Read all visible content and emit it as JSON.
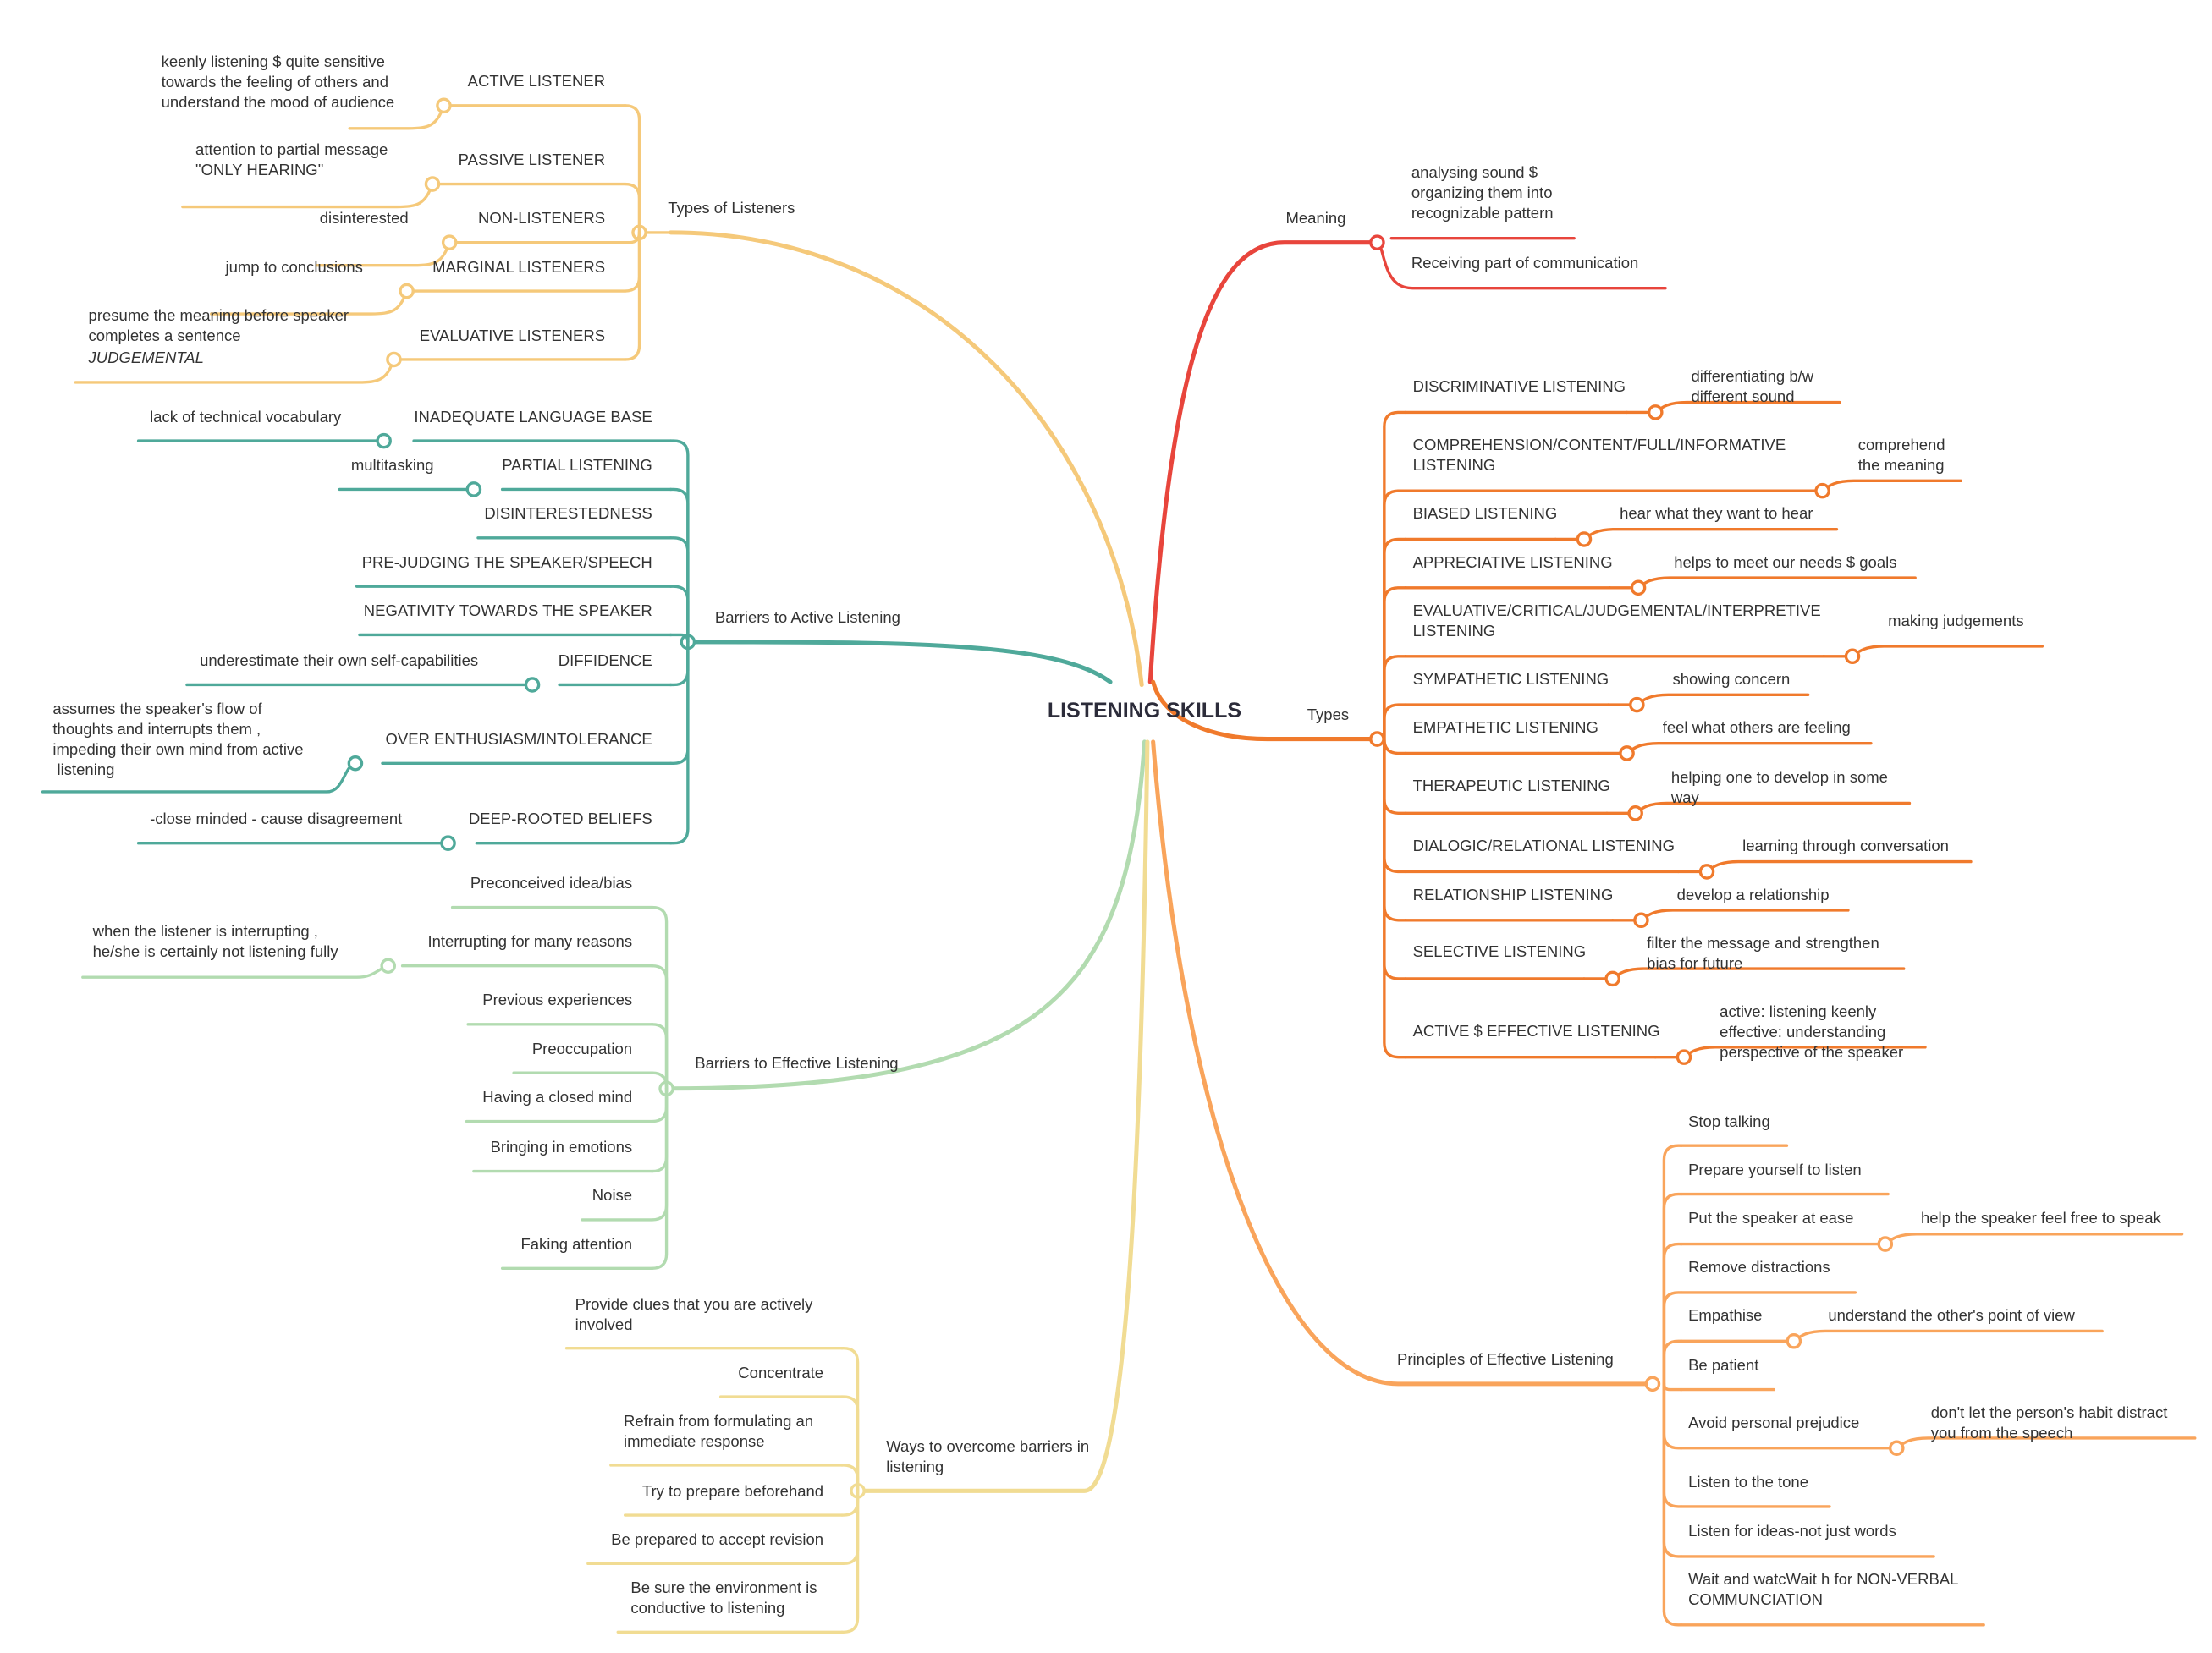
{
  "root": "LISTENING SKILLS",
  "colors": {
    "types_of_listeners": "#f5c97a",
    "barriers_active": "#4fa99a",
    "barriers_effective": "#b2dbb0",
    "ways_overcome": "#f1dc93",
    "meaning": "#e8453c",
    "types": "#f07a2c",
    "principles": "#f9a45b"
  },
  "branches": {
    "types_of_listeners": {
      "label": "Types of Listeners",
      "children": [
        {
          "label": "ACTIVE LISTENER",
          "detail": "keenly listening $ quite sensitive\ntowards the feeling of others and\nunderstand the mood of audience"
        },
        {
          "label": "PASSIVE LISTENER",
          "detail": "attention to partial message\n\"ONLY HEARING\""
        },
        {
          "label": "NON-LISTENERS",
          "detail": "disinterested"
        },
        {
          "label": "MARGINAL LISTENERS",
          "detail": "jump to conclusions"
        },
        {
          "label": "EVALUATIVE LISTENERS",
          "detail": "presume the meaning before speaker\ncompletes a sentence",
          "detail_italic": "JUDGEMENTAL"
        }
      ]
    },
    "barriers_active": {
      "label": "Barriers to Active Listening",
      "children": [
        {
          "label": "INADEQUATE LANGUAGE BASE",
          "detail": "lack of technical vocabulary"
        },
        {
          "label": "PARTIAL LISTENING",
          "detail": "multitasking"
        },
        {
          "label": "DISINTERESTEDNESS"
        },
        {
          "label": "PRE-JUDGING THE SPEAKER/SPEECH"
        },
        {
          "label": "NEGATIVITY TOWARDS THE SPEAKER"
        },
        {
          "label": "DIFFIDENCE",
          "detail": "underestimate their own self-capabilities"
        },
        {
          "label": "OVER ENTHUSIASM/INTOLERANCE",
          "detail": "assumes the speaker's flow of\nthoughts and interrupts them ,\nimpeding their own mind from active\n listening"
        },
        {
          "label": "DEEP-ROOTED BELIEFS",
          "detail": "-close minded - cause disagreement"
        }
      ]
    },
    "barriers_effective": {
      "label": "Barriers to Effective Listening",
      "children": [
        {
          "label": "Preconceived idea/bias"
        },
        {
          "label": "Interrupting for many reasons",
          "detail": "when the listener is interrupting ,\nhe/she is certainly not listening fully"
        },
        {
          "label": "Previous experiences"
        },
        {
          "label": "Preoccupation"
        },
        {
          "label": "Having a closed mind"
        },
        {
          "label": "Bringing in emotions"
        },
        {
          "label": "Noise"
        },
        {
          "label": "Faking attention"
        }
      ]
    },
    "ways_overcome": {
      "label": "Ways to overcome barriers in\nlistening",
      "children": [
        {
          "label": "Provide clues that you are actively\ninvolved"
        },
        {
          "label": "Concentrate"
        },
        {
          "label": "Refrain from formulating an\nimmediate response"
        },
        {
          "label": "Try to prepare beforehand"
        },
        {
          "label": "Be prepared to accept revision"
        },
        {
          "label": "Be sure the environment is\nconductive to listening"
        }
      ]
    },
    "meaning": {
      "label": "Meaning",
      "children": [
        {
          "label": "analysing sound $\norganizing them into\nrecognizable pattern"
        },
        {
          "label": "Receiving part of communication"
        }
      ]
    },
    "types": {
      "label": "Types",
      "children": [
        {
          "label": "DISCRIMINATIVE LISTENING",
          "detail": "differentiating b/w\ndifferent sound"
        },
        {
          "label": "COMPREHENSION/CONTENT/FULL/INFORMATIVE\nLISTENING",
          "detail": "comprehend\nthe meaning"
        },
        {
          "label": "BIASED LISTENING",
          "detail": "hear what they want to hear"
        },
        {
          "label": "APPRECIATIVE LISTENING",
          "detail": "helps to meet our needs $ goals"
        },
        {
          "label": "EVALUATIVE/CRITICAL/JUDGEMENTAL/INTERPRETIVE\nLISTENING",
          "detail": "making judgements"
        },
        {
          "label": "SYMPATHETIC LISTENING",
          "detail": "showing concern"
        },
        {
          "label": "EMPATHETIC LISTENING",
          "detail": "feel what others are feeling"
        },
        {
          "label": "THERAPEUTIC LISTENING",
          "detail": "helping one to develop in some\nway"
        },
        {
          "label": "DIALOGIC/RELATIONAL LISTENING",
          "detail": "learning through conversation"
        },
        {
          "label": "RELATIONSHIP LISTENING",
          "detail": "develop a relationship"
        },
        {
          "label": "SELECTIVE LISTENING",
          "detail": "filter the message and strengthen\nbias for future"
        },
        {
          "label": "ACTIVE $ EFFECTIVE LISTENING",
          "detail": "active: listening keenly\neffective: understanding\nperspective of the speaker"
        }
      ]
    },
    "principles": {
      "label": "Principles of Effective Listening",
      "children": [
        {
          "label": "Stop talking"
        },
        {
          "label": "Prepare yourself to listen"
        },
        {
          "label": "Put the speaker at ease",
          "detail": "help the speaker feel free to speak"
        },
        {
          "label": "Remove distractions"
        },
        {
          "label": "Empathise",
          "detail": "understand the other's point of view"
        },
        {
          "label": "Be patient"
        },
        {
          "label": "Avoid personal prejudice",
          "detail": "don't let the person's habit distract\nyou from the speech"
        },
        {
          "label": "Listen to the tone"
        },
        {
          "label": "Listen for ideas-not just words"
        },
        {
          "label": "Wait and watcWait h for NON-VERBAL\nCOMMUNCIATION"
        }
      ]
    }
  }
}
